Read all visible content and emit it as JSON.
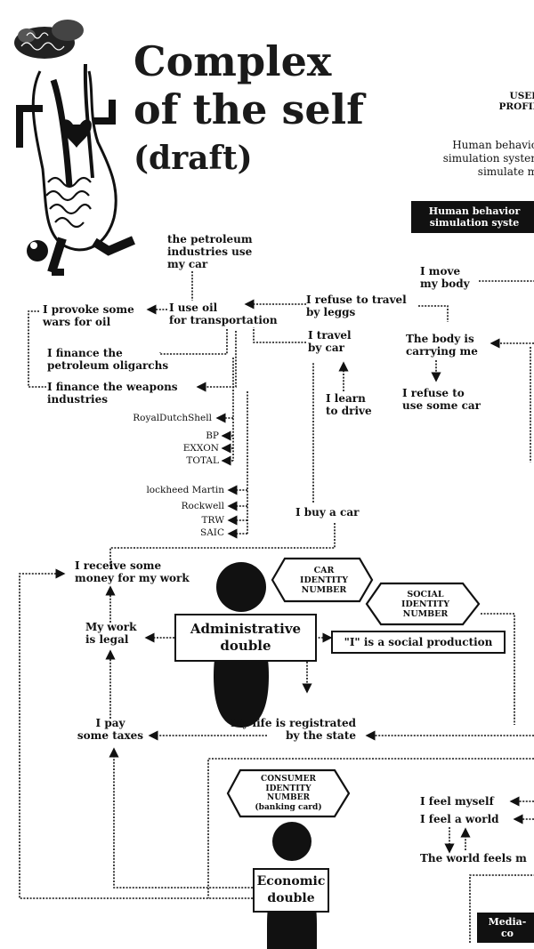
{
  "title": {
    "line1": "Complex",
    "line2": "of the self",
    "line3": "(draft)"
  },
  "top_right": {
    "user_profile": "USER\nPROFIL",
    "hbs_note": "Human behavio\nsimulation systen\nsimulate m",
    "hbs_box": "Human behavior\nsimulation syste"
  },
  "nodes": {
    "petroleum": "the petroleum\nindustries use\nmy car",
    "move_body": "I move\nmy body",
    "provoke_wars": "I provoke some\nwars for oil",
    "use_oil": "I use oil\nfor transportation",
    "refuse_legs": "I refuse to travel\nby leggs",
    "travel_car": "I travel\nby car",
    "body_carrying": "The body is\ncarrying me",
    "finance_oligarchs": "I finance the\npetroleum oligarchs",
    "finance_weapons": "I finance the weapons\nindustries",
    "learn_drive": "I learn\nto drive",
    "refuse_car": "I refuse to\nuse some car",
    "buy_car": "I buy a car",
    "receive_money": "I receive some\nmoney for my work",
    "work_legal": "My work\nis legal",
    "social_production": "\"I\" is a social production",
    "pay_taxes": "I pay\nsome taxes",
    "life_registrated": "My life is registrated\nby the state",
    "feel_myself": "I feel myself",
    "feel_world": "I feel a world",
    "world_feels": "The world feels m",
    "media": "Media-\nco"
  },
  "companies": {
    "oil": [
      "RoyalDutchShell",
      "BP",
      "EXXON",
      "TOTAL"
    ],
    "weapons": [
      "lockheed Martin",
      "Rockwell",
      "TRW",
      "SAIC"
    ]
  },
  "boxes": {
    "admin_double": "Administrative\ndouble",
    "economic_double": "Economic\ndouble"
  },
  "hexagons": {
    "car_id": "CAR\nIDENTITY\nNUMBER",
    "social_id": "SOCIAL\nIDENTITY\nNUMBER",
    "consumer_id": "CONSUMER\nIDENTITY\nNUMBER\n(banking card)"
  },
  "colors": {
    "ink": "#111111",
    "paper": "#ffffff"
  },
  "icons": [
    "figure-cutaway-illustration",
    "silhouette-icon",
    "arrow-icon"
  ]
}
